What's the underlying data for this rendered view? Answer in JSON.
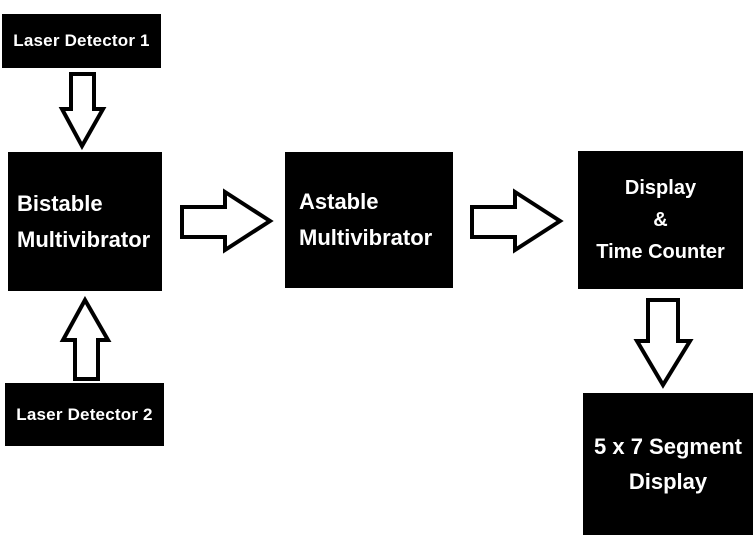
{
  "diagram": {
    "type": "block-diagram",
    "background": "#ffffff",
    "blocks": {
      "laser1": {
        "label": "Laser Detector 1"
      },
      "bistable": {
        "line1": "Bistable",
        "line2": "Multivibrator"
      },
      "laser2": {
        "label": "Laser Detector 2"
      },
      "astable": {
        "line1": "Astable",
        "line2": "Multivibrator"
      },
      "display_counter": {
        "line1": "Display",
        "line2": "&",
        "line3": "Time Counter"
      },
      "segment": {
        "line1": "5 x 7 Segment",
        "line2": "Display"
      }
    },
    "arrows": [
      {
        "name": "laser-detector-1-to-bistable",
        "direction": "down"
      },
      {
        "name": "laser-detector-2-to-bistable",
        "direction": "up"
      },
      {
        "name": "bistable-to-astable",
        "direction": "right"
      },
      {
        "name": "astable-to-display-counter",
        "direction": "right"
      },
      {
        "name": "display-counter-to-segment-display",
        "direction": "down"
      }
    ],
    "colors": {
      "block_bg": "#000000",
      "block_text": "#ffffff",
      "arrow_fill": "#ffffff",
      "arrow_stroke": "#000000"
    }
  }
}
